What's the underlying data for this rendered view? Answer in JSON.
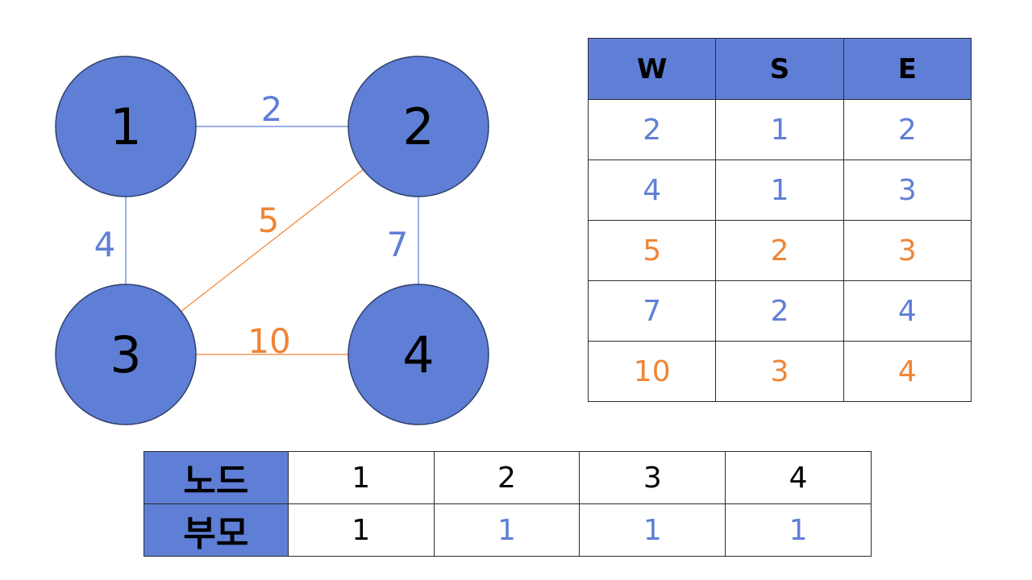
{
  "colors": {
    "node_fill": "#5f7fd6",
    "blue": "#5f7fd6",
    "orange": "#f08535",
    "black": "#000000"
  },
  "graph": {
    "nodes": [
      {
        "id": "1",
        "label": "1"
      },
      {
        "id": "2",
        "label": "2"
      },
      {
        "id": "3",
        "label": "3"
      },
      {
        "id": "4",
        "label": "4"
      }
    ],
    "edges": [
      {
        "from": "1",
        "to": "2",
        "weight": "2",
        "color": "blue"
      },
      {
        "from": "1",
        "to": "3",
        "weight": "4",
        "color": "blue"
      },
      {
        "from": "2",
        "to": "3",
        "weight": "5",
        "color": "orange"
      },
      {
        "from": "2",
        "to": "4",
        "weight": "7",
        "color": "blue"
      },
      {
        "from": "3",
        "to": "4",
        "weight": "10",
        "color": "orange"
      }
    ]
  },
  "edge_table": {
    "headers": [
      "W",
      "S",
      "E"
    ],
    "rows": [
      {
        "cells": [
          "2",
          "1",
          "2"
        ],
        "color": "blue"
      },
      {
        "cells": [
          "4",
          "1",
          "3"
        ],
        "color": "blue"
      },
      {
        "cells": [
          "5",
          "2",
          "3"
        ],
        "color": "orange"
      },
      {
        "cells": [
          "7",
          "2",
          "4"
        ],
        "color": "blue"
      },
      {
        "cells": [
          "10",
          "3",
          "4"
        ],
        "color": "orange"
      }
    ]
  },
  "parent_table": {
    "node_header": "노드",
    "parent_header": "부모",
    "nodes": [
      "1",
      "2",
      "3",
      "4"
    ],
    "parents": [
      {
        "value": "1",
        "color": "black"
      },
      {
        "value": "1",
        "color": "blue"
      },
      {
        "value": "1",
        "color": "blue"
      },
      {
        "value": "1",
        "color": "blue"
      }
    ]
  }
}
